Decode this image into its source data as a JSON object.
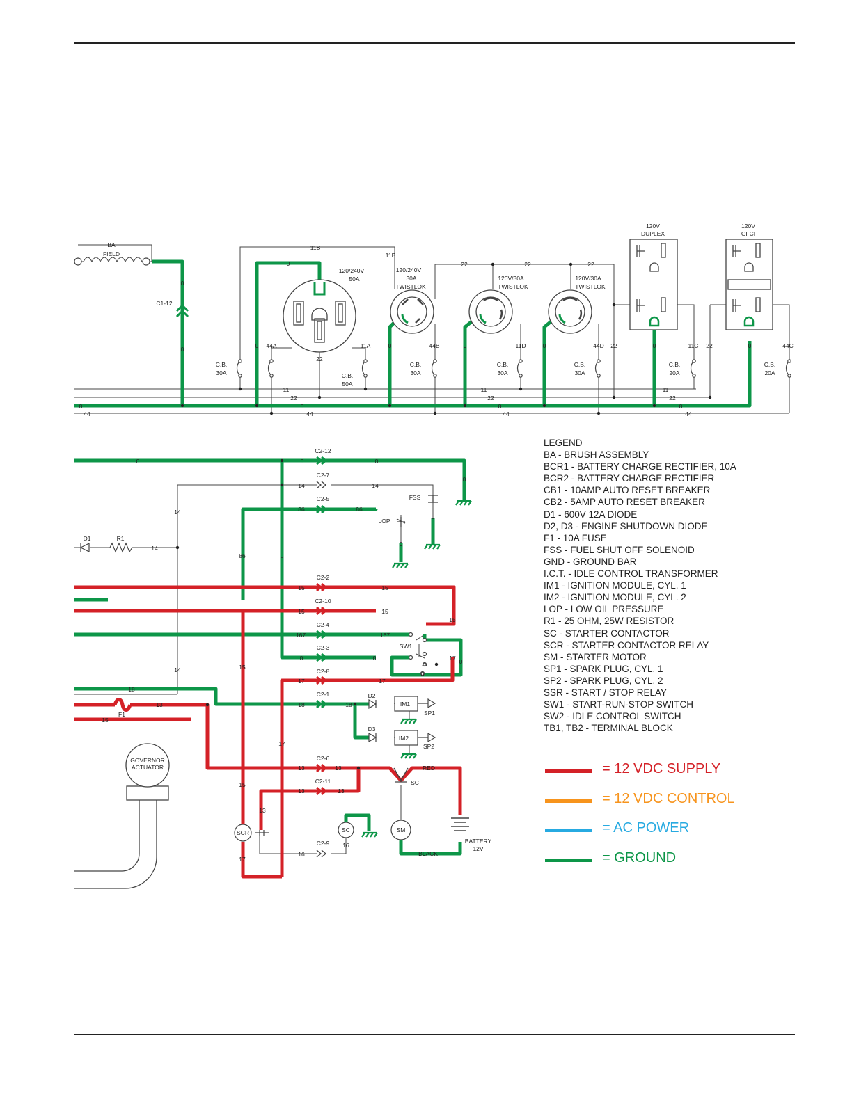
{
  "components": {
    "brush_assembly": {
      "ref": "BA",
      "field": "FIELD"
    },
    "c1": "C1-12",
    "receptacle_50a": {
      "rating": "120/240V",
      "amps": "50A"
    },
    "twistlok_30a_240": {
      "rating": "120/240V",
      "amps": "30A",
      "type": "TWISTLOK"
    },
    "twistlok_30a_a": {
      "rating": "120V/30A",
      "type": "TWISTLOK"
    },
    "twistlok_30a_b": {
      "rating": "120V/30A",
      "type": "TWISTLOK"
    },
    "duplex": {
      "rating": "120V",
      "type": "DUPLEX"
    },
    "gfci": {
      "rating": "120V",
      "type": "GFCI"
    },
    "breakers": [
      {
        "cb": "C.B.",
        "rating": "30A"
      },
      {
        "cb": "C.B.",
        "rating": "50A"
      },
      {
        "cb": "C.B.",
        "rating": "30A"
      },
      {
        "cb": "C.B.",
        "rating": "30A"
      },
      {
        "cb": "C.B.",
        "rating": "30A"
      },
      {
        "cb": "C.B.",
        "rating": "20A"
      },
      {
        "cb": "C.B.",
        "rating": "20A"
      }
    ],
    "governor": {
      "line1": "GOVERNOR",
      "line2": "ACTUATOR"
    },
    "battery": {
      "line1": "BATTERY",
      "line2": "12V"
    },
    "refs": {
      "d1": "D1",
      "r1": "R1",
      "f1": "F1",
      "d2": "D2",
      "d3": "D3",
      "im1": "IM1",
      "im2": "IM2",
      "sp1": "SP1",
      "sp2": "SP2",
      "fss": "FSS",
      "lop": "LOP",
      "sw1": "SW1",
      "sc": "SC",
      "sm": "SM",
      "scr": "SCR",
      "red": "RED",
      "black": "BLACK"
    }
  },
  "wires": {
    "w0": "0",
    "w11": "11",
    "w11b": "11B",
    "w11a": "11A",
    "w11c": "11C",
    "w11d": "11D",
    "w22": "22",
    "w44": "44",
    "w44a": "44A",
    "w44b": "44B",
    "w44c": "44C",
    "w44d": "44D",
    "w13": "13",
    "w14": "14",
    "w15": "15",
    "w16": "16",
    "w17": "17",
    "w18": "18",
    "w86": "86",
    "w167": "167"
  },
  "connectors": {
    "c2_12": "C2-12",
    "c2_7": "C2-7",
    "c2_5": "C2-5",
    "c2_2": "C2-2",
    "c2_10": "C2-10",
    "c2_4": "C2-4",
    "c2_3": "C2-3",
    "c2_8": "C2-8",
    "c2_1": "C2-1",
    "c2_6": "C2-6",
    "c2_11": "C2-11",
    "c2_9": "C2-9"
  },
  "legend": {
    "title": "LEGEND",
    "items": [
      "BA - BRUSH ASSEMBLY",
      "BCR1 - BATTERY CHARGE RECTIFIER, 10A",
      "BCR2 - BATTERY CHARGE RECTIFIER",
      "CB1 - 10AMP AUTO RESET BREAKER",
      "CB2 - 5AMP AUTO RESET BREAKER",
      "D1 - 600V 12A DIODE",
      "D2, D3 - ENGINE SHUTDOWN DIODE",
      "F1 - 10A FUSE",
      "FSS - FUEL SHUT OFF SOLENOID",
      "GND - GROUND BAR",
      "I.C.T. - IDLE CONTROL TRANSFORMER",
      "IM1 - IGNITION MODULE, CYL. 1",
      "IM2 - IGNITION MODULE, CYL. 2",
      "LOP - LOW OIL PRESSURE",
      "R1 - 25 OHM, 25W RESISTOR",
      "SC - STARTER CONTACTOR",
      "SCR - STARTER CONTACTOR RELAY",
      "SM - STARTER MOTOR",
      "SP1 - SPARK PLUG, CYL. 1",
      "SP2 - SPARK PLUG, CYL. 2",
      "SSR - START / STOP RELAY",
      "SW1 - START-RUN-STOP SWITCH",
      "SW2 - IDLE CONTROL SWITCH",
      "TB1, TB2 - TERMINAL BLOCK"
    ]
  },
  "color_key": [
    {
      "label": "= 12 VDC SUPPLY",
      "color": "#d42127"
    },
    {
      "label": "= 12 VDC CONTROL",
      "color": "#f7941d"
    },
    {
      "label": "= AC POWER",
      "color": "#27aae1"
    },
    {
      "label": "= GROUND",
      "color": "#0d9648"
    }
  ],
  "colors": {
    "supply": "#d42127",
    "ground": "#0d9648",
    "thin": "#444444"
  }
}
